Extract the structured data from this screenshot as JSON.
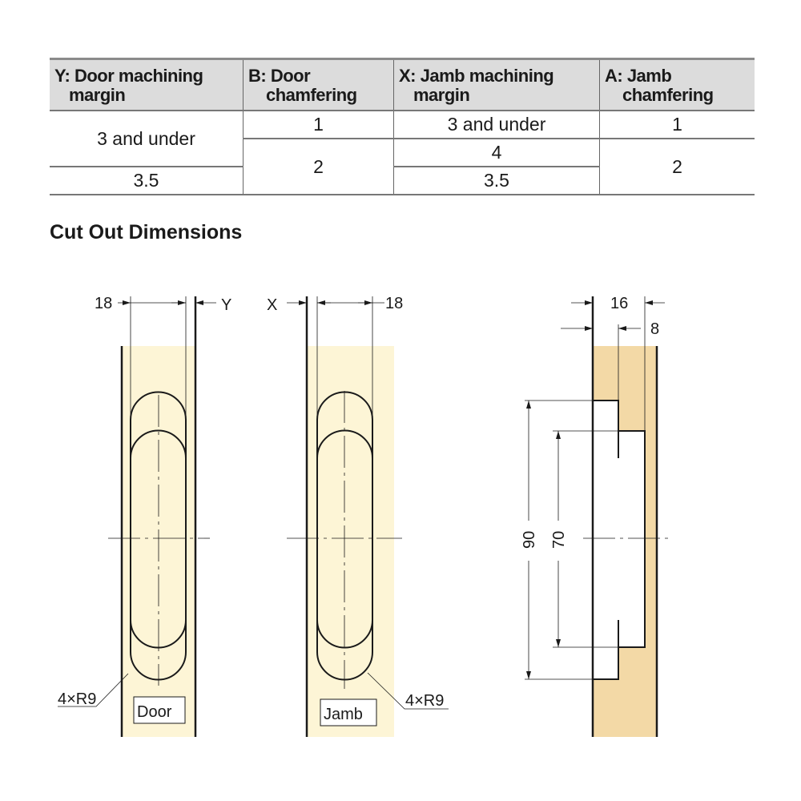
{
  "table": {
    "headers": [
      {
        "line1": "Y: Door machining",
        "line2": "margin"
      },
      {
        "line1": "B: Door",
        "line2": "chamfering"
      },
      {
        "line1": "X: Jamb machining",
        "line2": "margin"
      },
      {
        "line1": "A: Jamb",
        "line2": "chamfering"
      }
    ],
    "cells": {
      "y_3under": "3 and under",
      "y_35": "3.5",
      "b_1": "1",
      "b_2": "2",
      "x_3under": "3 and under",
      "x_4": "4",
      "x_35": "3.5",
      "a_1": "1",
      "a_2": "2"
    }
  },
  "section_title": "Cut Out Dimensions",
  "door": {
    "width": "18",
    "margin": "Y",
    "radius": "4×R9",
    "label": "Door"
  },
  "jamb": {
    "width": "18",
    "margin": "X",
    "radius": "4×R9",
    "label": "Jamb"
  },
  "side": {
    "depth_total": "16",
    "depth_step": "8",
    "length_outer": "90",
    "length_inner": "70"
  },
  "colors": {
    "door_fill": "#fdf5d6",
    "side_fill": "#f3d9a6",
    "header_bg": "#dcdcdc"
  }
}
